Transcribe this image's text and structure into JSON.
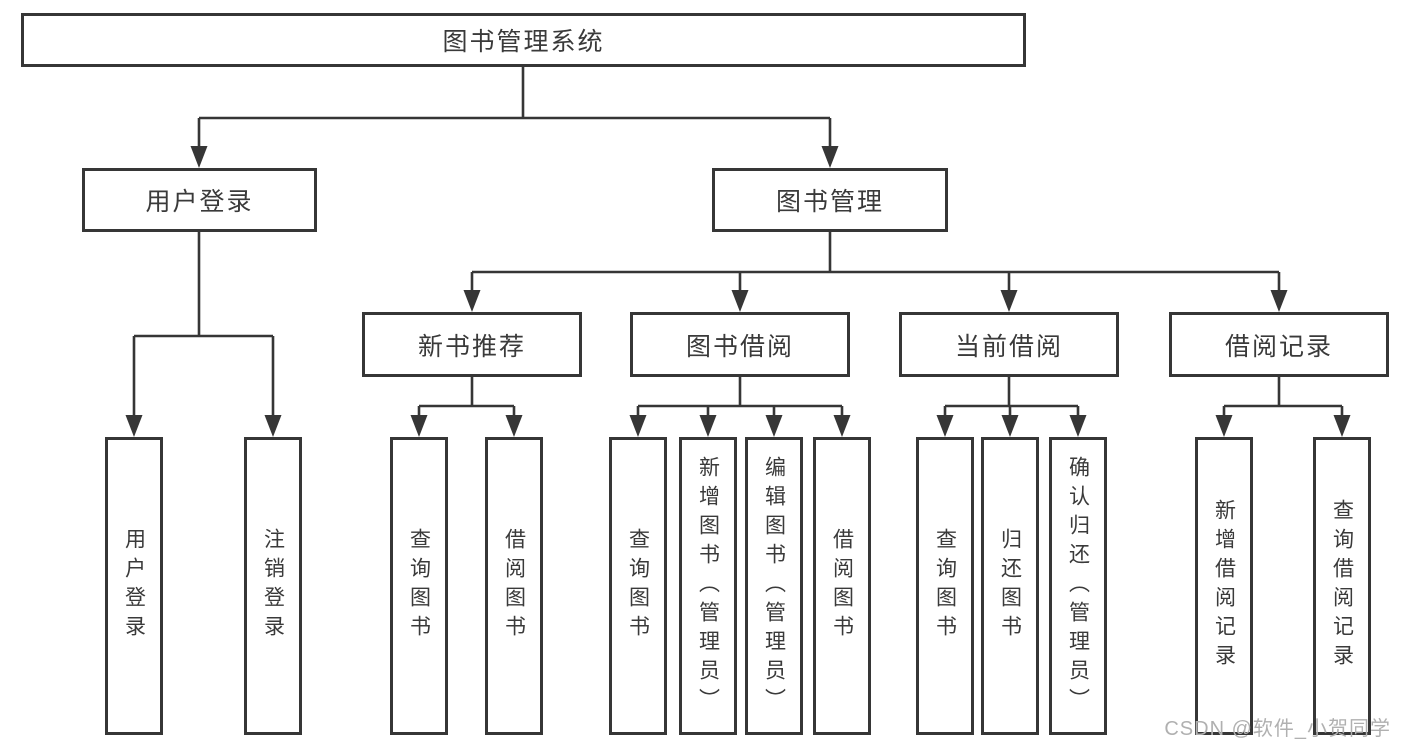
{
  "diagram": {
    "type": "hierarchy-tree",
    "root": {
      "label": "图书管理系统",
      "children": [
        "用户登录",
        "图书管理"
      ]
    },
    "level2": {
      "user_login": {
        "label": "用户登录",
        "children": [
          "用户登录",
          "注销登录"
        ]
      },
      "book_management": {
        "label": "图书管理",
        "children": [
          "新书推荐",
          "图书借阅",
          "当前借阅",
          "借阅记录"
        ]
      }
    },
    "level3": {
      "new_book_recommend": {
        "label": "新书推荐",
        "children": [
          "查询图书",
          "借阅图书"
        ]
      },
      "book_borrow": {
        "label": "图书借阅",
        "children": [
          "查询图书",
          "新增图书（管理员）",
          "编辑图书（管理员）",
          "借阅图书"
        ]
      },
      "current_borrow": {
        "label": "当前借阅",
        "children": [
          "查询图书",
          "归还图书",
          "确认归还（管理员）"
        ]
      },
      "borrow_records": {
        "label": "借阅记录",
        "children": [
          "新增借阅记录",
          "查询借阅记录"
        ]
      }
    },
    "leaves": {
      "ul_login": {
        "label": "用户登录",
        "parent": "用户登录"
      },
      "ul_logout": {
        "label": "注销登录",
        "parent": "用户登录"
      },
      "nr_query": {
        "label": "查询图书",
        "parent": "新书推荐"
      },
      "nr_borrow": {
        "label": "借阅图书",
        "parent": "新书推荐"
      },
      "bb_query": {
        "label": "查询图书",
        "parent": "图书借阅"
      },
      "bb_add": {
        "label": "新增图书（管理员）",
        "parent": "图书借阅"
      },
      "bb_edit": {
        "label": "编辑图书（管理员）",
        "parent": "图书借阅"
      },
      "bb_borrow": {
        "label": "借阅图书",
        "parent": "图书借阅"
      },
      "cb_query": {
        "label": "查询图书",
        "parent": "当前借阅"
      },
      "cb_return": {
        "label": "归还图书",
        "parent": "当前借阅"
      },
      "cb_confirm": {
        "label": "确认归还（管理员）",
        "parent": "当前借阅"
      },
      "br_add": {
        "label": "新增借阅记录",
        "parent": "借阅记录"
      },
      "br_query": {
        "label": "查询借阅记录",
        "parent": "借阅记录"
      }
    }
  },
  "watermark": {
    "text": "CSDN @软件_小贺同学",
    "color": "#b0b0b0"
  },
  "colors": {
    "line": "#363636",
    "box_border": "#363636",
    "box_background": "#ffffff",
    "text": "#3a3a3a",
    "page_background": "#ffffff"
  }
}
